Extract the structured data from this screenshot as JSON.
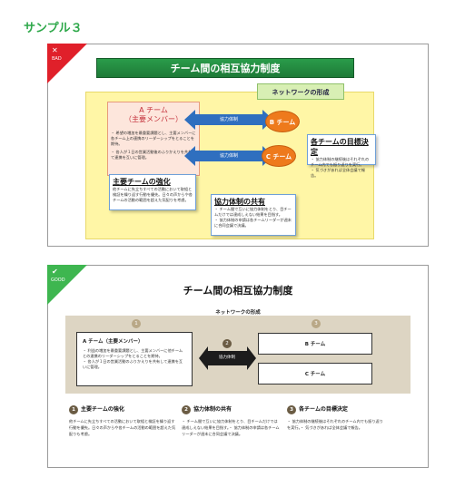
{
  "page": {
    "title": "サンプル３"
  },
  "bad": {
    "ribbon_icon": "✕",
    "ribbon_label": "BAD",
    "title": "チーム間の相互協力制度",
    "network_label": "ネットワークの形成",
    "team_a": {
      "title_line1": "A チーム",
      "title_line2": "（主要メンバー）",
      "bullets": [
        "・ 希望の増加を最重要課題とし、主要メンバーに各チーム上の連携のリーダーシップをとることを期待。",
        "・ 各人が１日の営業活動後のふりかえりを共有して連携を互いに管理。"
      ]
    },
    "arrow_1_label": "協力体制",
    "arrow_2_label": "協力体制",
    "team_b": "B チーム",
    "team_c": "C チーム",
    "callout_main": {
      "title": "主要チームの強化",
      "text": "他チームに先立ちすべての活動において取組と検証を繰り返す行動を優先。日々の声からや各チームの活動の範囲を超えた気配りを考慮。"
    },
    "callout_goals": {
      "title": "各チームの目標決定",
      "bullets": [
        "・ 協力体制の継続後はそれぞれのチーム内でも振り返りを実行。",
        "・ 気づきがあれば全体会議で報告。"
      ]
    },
    "callout_share": {
      "title": "協力体制の共有",
      "bullets": [
        "・ チーム間で互いに協力体制をとり、目チームだけでは達成しえない結果を目指す。",
        "・ 協力体制の申請は各チームリーダーが週末に合同会議で決議。"
      ]
    }
  },
  "good": {
    "ribbon_icon": "✔",
    "ribbon_label": "GOOD",
    "title": "チーム間の相互協力制度",
    "network_label": "ネットワークの形成",
    "num_1": "1",
    "num_2": "2",
    "num_3": "3",
    "team_a": {
      "title": "A チーム（主要メンバー）",
      "bullets": [
        "・ 利益の増加を最重要課題とし、主要メンバーに他チームとの連携のリーダーシップをとることを期待。",
        "・ 各人が１日の営業活動のふりかえりを共有して連携を互いに管理。"
      ]
    },
    "arrow_label": "協力体制",
    "team_b": "B チーム",
    "team_c": "C チーム",
    "columns": [
      {
        "num": "1",
        "title": "主要チームの強化",
        "text": "他チームに先立ちすべての活動において取組と検証を繰り返す行動を優先。日々の声からや各チームの活動の範囲を超えた気配りも考慮。"
      },
      {
        "num": "2",
        "title": "協力体制の共有",
        "text": "・ チーム間で互いに協力体制をとり、目チームだけでは達成しえない結果を目指す。・ 協力体制の申請は各チームリーダーが週末に合同会議で決議。"
      },
      {
        "num": "3",
        "title": "各チームの目標決定",
        "text": "・ 協力体制の継続後はそれぞれのチーム内でも振り返りを実行。・ 気づきがあれば全体会議で報告。"
      }
    ]
  },
  "colors": {
    "page_title": "#2ea84a",
    "bad_ribbon": "#e0202a",
    "good_ribbon": "#3eb650",
    "bad_title_bar": "#2a9c4a",
    "bad_background": "#fff6a6",
    "arrow_blue": "#2f6fbf",
    "team_circle": "#ee7a1c",
    "good_band": "#ddd5c3"
  }
}
